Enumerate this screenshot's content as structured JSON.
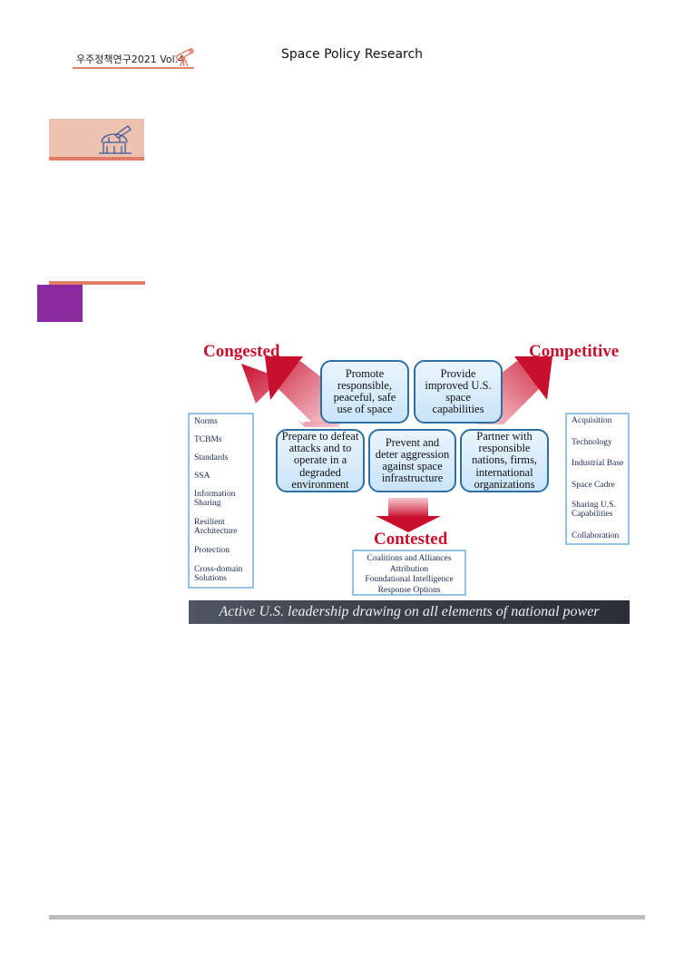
{
  "header": {
    "journal": "우주정책연구2021 Vol.4",
    "title": "Space Policy Research"
  },
  "icons": {
    "header": "telescope-icon",
    "section": "observatory-icon"
  },
  "colors": {
    "accent_rule": "#e07d67",
    "badge_fill": "#eec2b1",
    "marker_block": "#8b2aa0",
    "figure_red": "#c8102e",
    "box_border": "#2f6fa3"
  },
  "figure": {
    "corner_labels": {
      "left": "Congested",
      "right": "Competitive",
      "bottom": "Contested"
    },
    "objectives_top": [
      "Promote responsible, peaceful, safe use of space",
      "Provide improved U.S. space capabilities"
    ],
    "objectives_bottom": [
      "Prepare to defeat attacks and to operate in a degraded environment",
      "Prevent and deter aggression against space infrastructure",
      "Partner with responsible nations, firms, international organizations"
    ],
    "left_list": [
      "Norms",
      "TCBMs",
      "Standards",
      "SSA",
      "Information Sharing",
      "Resilient Architecture",
      "Protection",
      "Cross-domain Solutions"
    ],
    "right_list": [
      "Acquisition",
      "Technology",
      "Industrial Base",
      "Space Cadre",
      "Sharing U.S. Capabilities",
      "Collaboration"
    ],
    "center_list": [
      "Coalitions and Alliances",
      "Attribution",
      "Foundational Intelligence",
      "Response Options"
    ],
    "banner": "Active U.S. leadership drawing on all elements of national power"
  }
}
